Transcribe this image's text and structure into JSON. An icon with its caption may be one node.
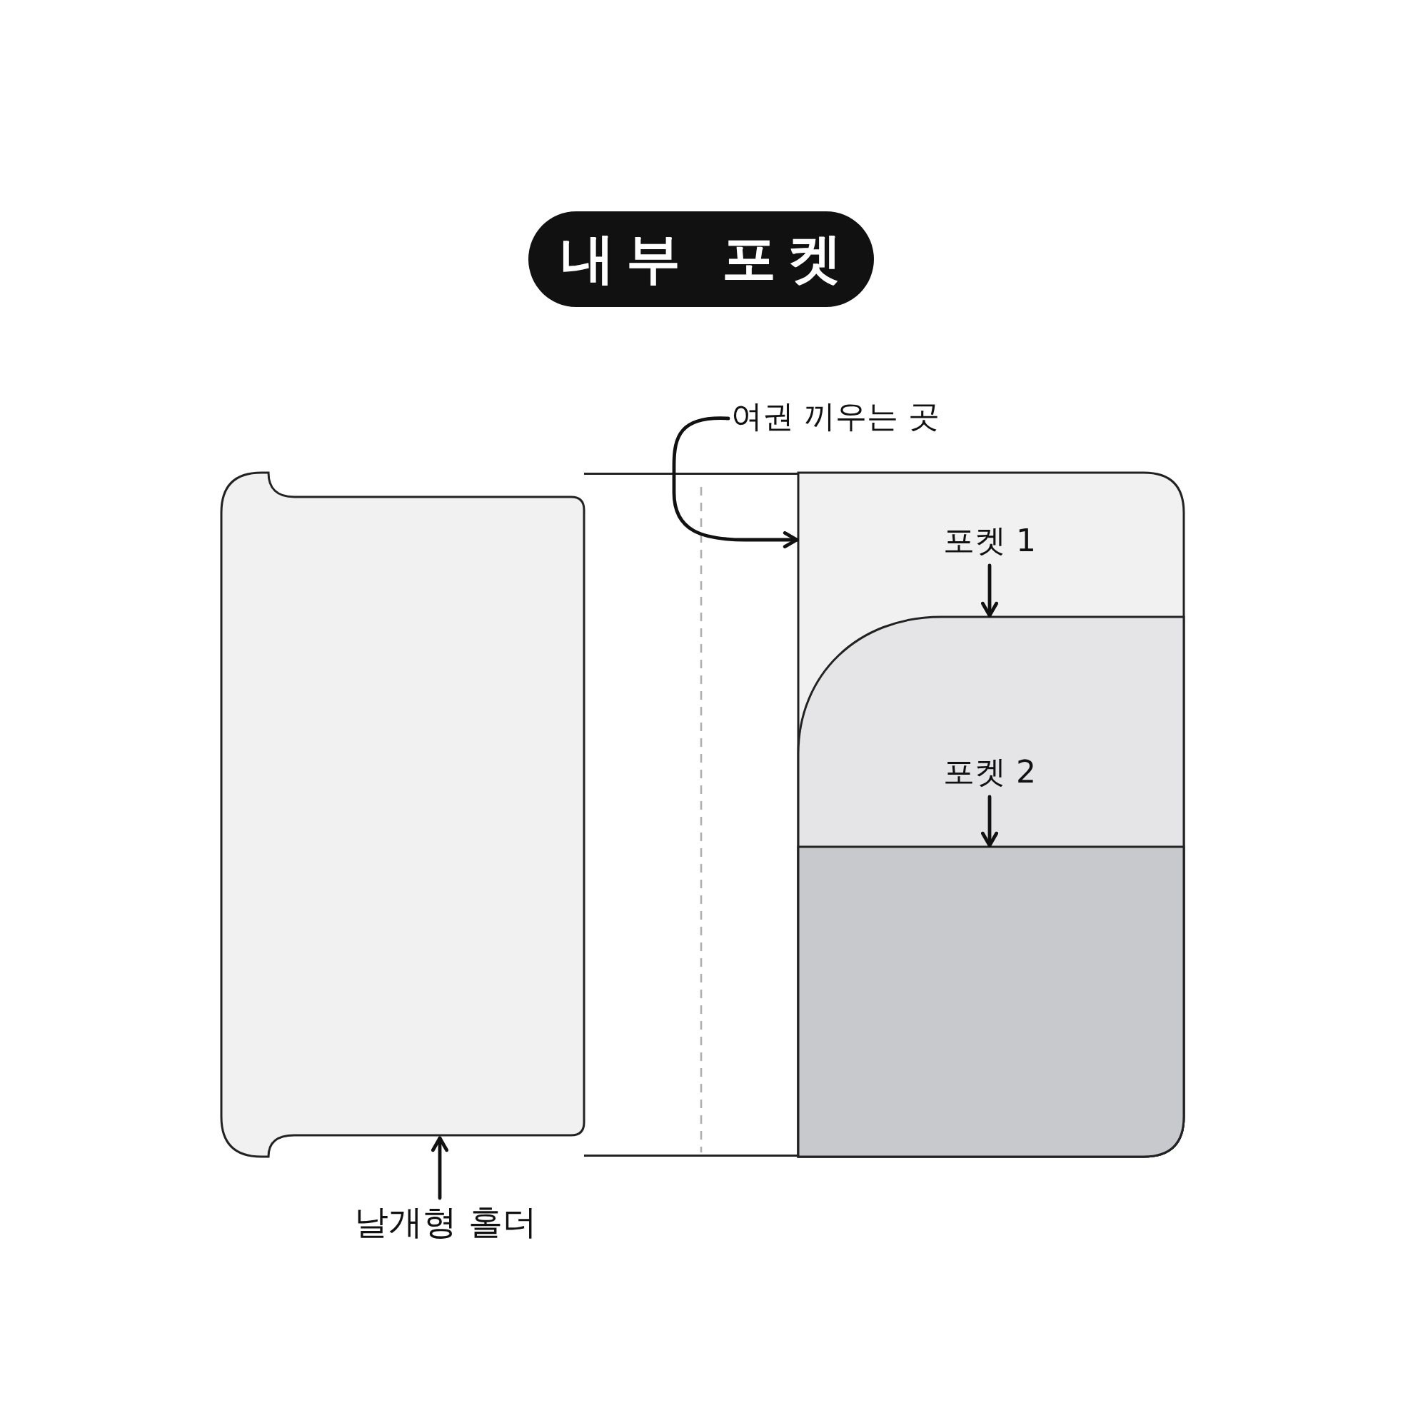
{
  "diagram": {
    "title": "내부 포켓",
    "nodes": [
      {
        "text": [
          "여권 끼우는 곳"
        ]
      },
      {
        "text": [],
        "shape": "box"
      },
      {
        "text": [
          "포켓 1"
        ],
        "in": 1
      },
      {
        "text": [],
        "shape": "box",
        "in": 1
      },
      {
        "text": [
          "포켓 2"
        ],
        "in": 3
      },
      {
        "text": [],
        "shape": "box",
        "in": 3
      },
      {
        "text": [
          "날개형 홀더"
        ]
      },
      {
        "text": [],
        "shape": "box"
      }
    ],
    "edges": [
      {
        "from": 0,
        "to": 1,
        "arrow": "to"
      },
      {
        "from": 2,
        "to": 3,
        "arrow": "to"
      },
      {
        "from": 4,
        "to": 5,
        "arrow": "to"
      },
      {
        "from": 6,
        "to": 7,
        "arrow": "to"
      }
    ]
  }
}
